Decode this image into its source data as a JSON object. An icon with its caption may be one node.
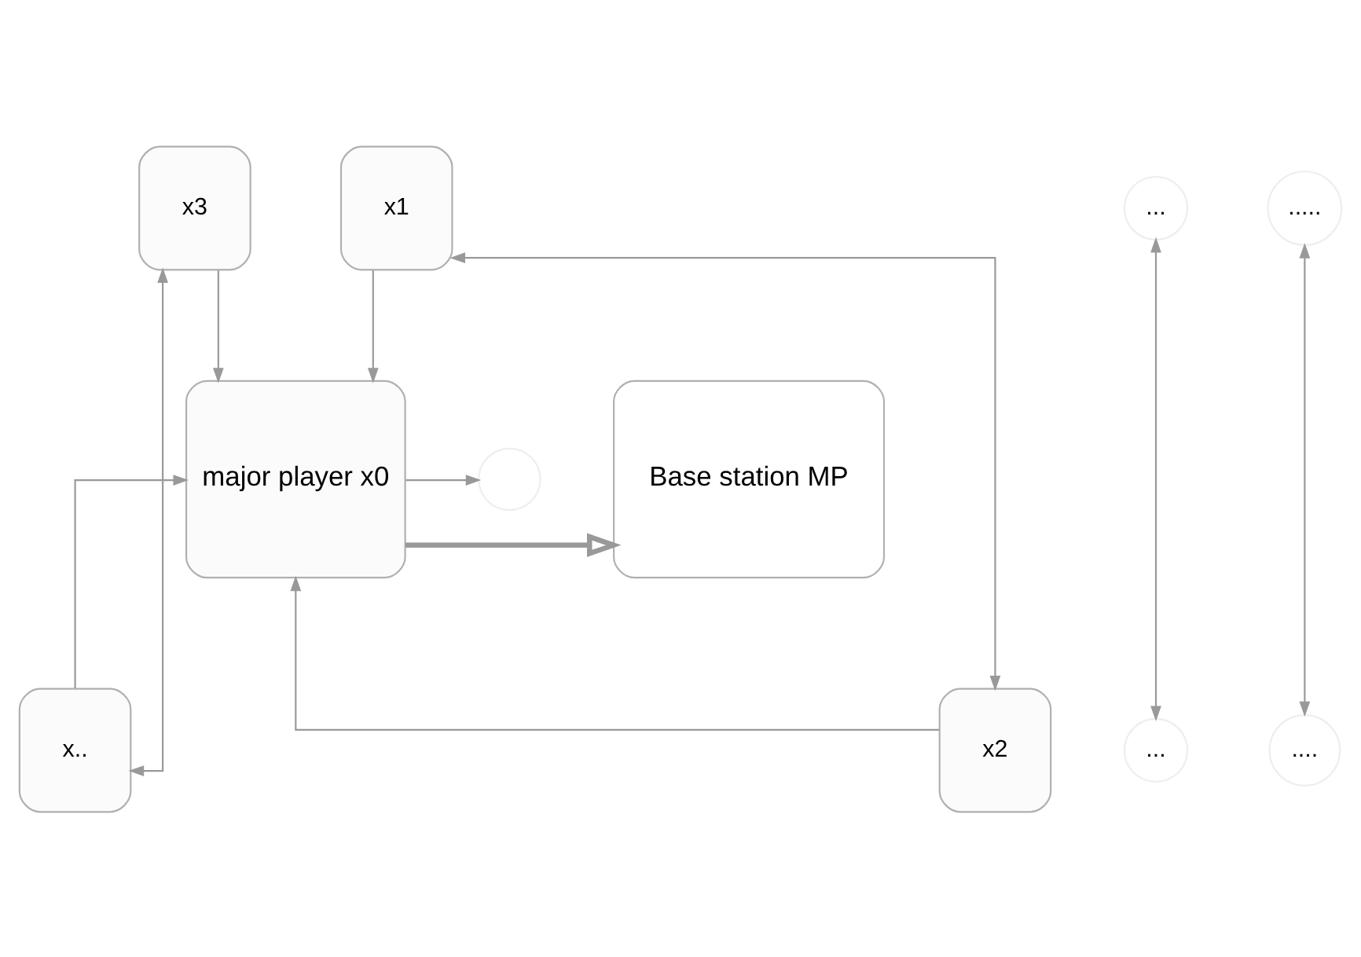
{
  "diagram": {
    "nodes": [
      {
        "text": [
          "x3"
        ]
      },
      {
        "text": [
          "x1"
        ]
      },
      {
        "text": [
          "..."
        ]
      },
      {
        "text": [
          "....."
        ]
      },
      {
        "text": [
          "Base station MP"
        ]
      },
      {
        "text": [
          "major player x0"
        ]
      },
      {
        "text": [],
        "shape": "circle"
      },
      {
        "text": [
          "x2"
        ]
      },
      {
        "text": [
          "..."
        ]
      },
      {
        "text": [
          "...."
        ]
      },
      {
        "text": [
          "x.."
        ]
      }
    ],
    "edges": [
      {
        "from": 0,
        "to": 5,
        "arrow": "to"
      },
      {
        "from": 1,
        "to": 5,
        "arrow": "to"
      },
      {
        "from": 7,
        "to": 5,
        "arrow": "to"
      },
      {
        "from": 10,
        "to": 5,
        "arrow": "to"
      },
      {
        "from": 5,
        "to": 4,
        "arrow": "to",
        "style": "thick"
      },
      {
        "from": 5,
        "to": 6,
        "arrow": "to"
      },
      {
        "from": 1,
        "to": 7,
        "arrow": "both"
      },
      {
        "from": 0,
        "to": 10,
        "arrow": "both"
      },
      {
        "from": 2,
        "to": 8,
        "arrow": "both"
      },
      {
        "from": 3,
        "to": 9,
        "arrow": "both"
      }
    ]
  }
}
